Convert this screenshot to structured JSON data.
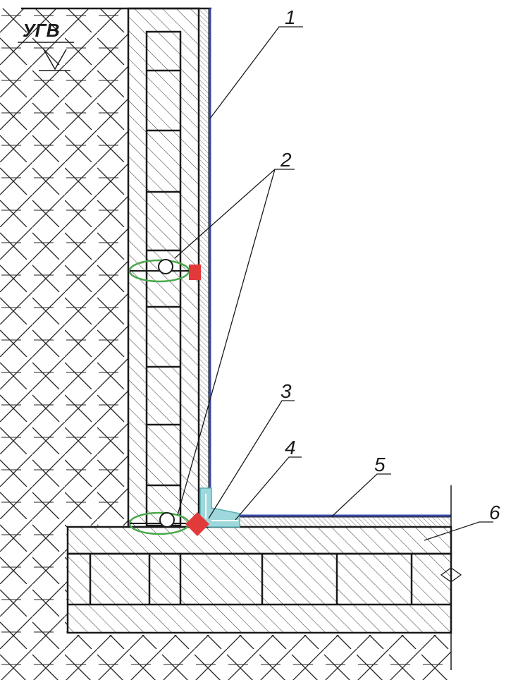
{
  "water_level": {
    "label": "УГВ"
  },
  "callouts": [
    {
      "id": "1",
      "text": "1"
    },
    {
      "id": "2",
      "text": "2"
    },
    {
      "id": "3",
      "text": "3"
    },
    {
      "id": "4",
      "text": "4"
    },
    {
      "id": "5",
      "text": "5"
    },
    {
      "id": "6",
      "text": "6"
    }
  ],
  "colors": {
    "line": "#1a1a1a",
    "membrane_blue": "#3a4aa8",
    "seal_red": "#e23a3a",
    "waterstop_green": "#4aa84a",
    "fillet_cyan": "#9fd8dc"
  }
}
